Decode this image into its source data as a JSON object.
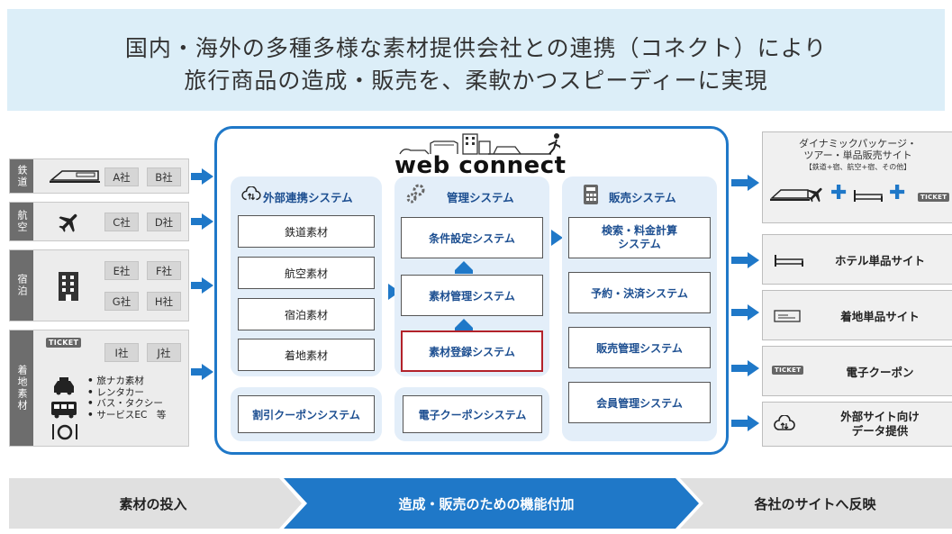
{
  "header": {
    "line1": "国内・海外の多種多様な素材提供会社との連携（コネクト）により",
    "line2": "旅行商品の造成・販売を、柔軟かつスピーディーに実現"
  },
  "sources": {
    "rail": {
      "label": "鉄道",
      "companies": [
        "A社",
        "B社"
      ]
    },
    "air": {
      "label": "航空",
      "companies": [
        "C社",
        "D社"
      ]
    },
    "hotel": {
      "label": "宿泊",
      "companies": [
        "E社",
        "F社",
        "G社",
        "H社"
      ]
    },
    "local": {
      "label": "着地素材",
      "companies": [
        "I社",
        "J社"
      ],
      "ticket_label": "TICKET",
      "items": [
        "旅ナカ素材",
        "レンタカー",
        "バス・タクシー",
        "サービスEC　等"
      ]
    }
  },
  "logo": {
    "text": "web connect"
  },
  "panels": {
    "external": {
      "title": "外部連携システム",
      "items": [
        "鉄道素材",
        "航空素材",
        "宿泊素材",
        "着地素材"
      ],
      "bottom": "割引クーポンシステム"
    },
    "management": {
      "title": "管理システム",
      "items": [
        "条件設定システム",
        "素材管理システム",
        "素材登録システム"
      ],
      "bottom": "電子クーポンシステム"
    },
    "sales": {
      "title": "販売システム",
      "items": [
        "検索・料金計算\nシステム",
        "予約・決済システム",
        "販売管理システム",
        "会員管理システム"
      ]
    }
  },
  "outputs": {
    "dynamic": {
      "title_line1": "ダイナミックパッケージ・",
      "title_line2": "ツアー・単品販売サイト",
      "title_line3": "【鉄道+宿、航空+宿、その他】",
      "ticket_label": "TICKET"
    },
    "hotel": "ホテル単品サイト",
    "local": "着地単品サイト",
    "coupon": {
      "label": "電子クーポン",
      "ticket_label": "TICKET"
    },
    "external": {
      "line1": "外部サイト向け",
      "line2": "データ提供"
    }
  },
  "process": {
    "step1": "素材の投入",
    "step2": "造成・販売のための機能付加",
    "step3": "各社のサイトへ反映"
  },
  "colors": {
    "accent": "#1f78c8",
    "header_bg": "#dceef8",
    "panel_bg": "#e3eef9",
    "highlight": "#b3222a"
  }
}
